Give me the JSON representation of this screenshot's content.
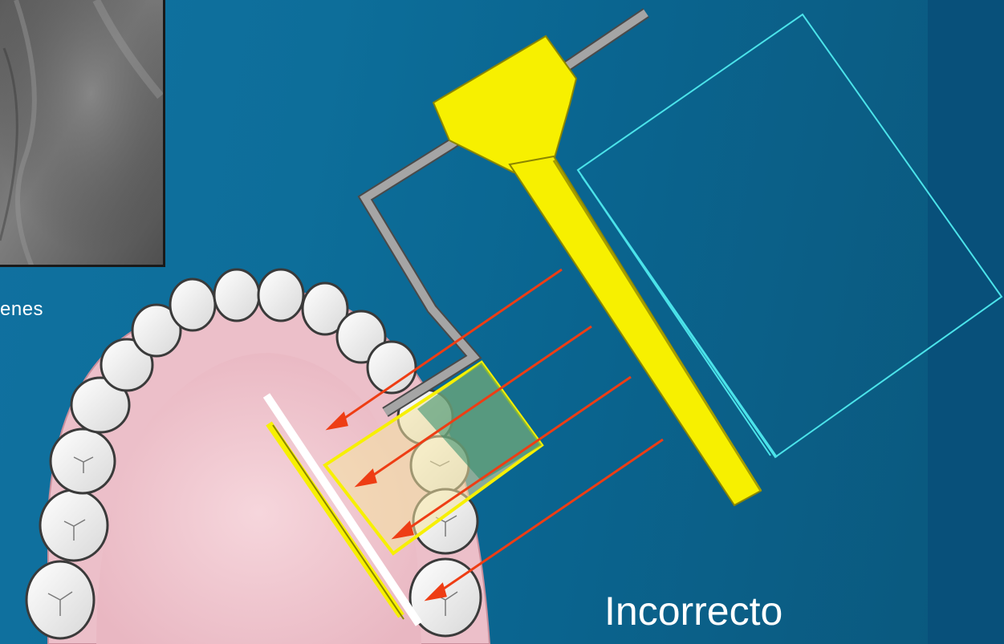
{
  "slide": {
    "caption_fragment": "enes",
    "verdict": "Incorrecto"
  },
  "colors": {
    "background": "#0d6e9a",
    "holder_yellow": "#f7f000",
    "beam_arrows": "#ee3d14",
    "cone_outline": "#4be3ea",
    "rod_gray": "#9a9a9a",
    "palate_pink": "#f0c8cf",
    "tooth_white": "#ffffff"
  },
  "icons": [
    "xray-image",
    "dental-arch",
    "film-holder",
    "positioning-rod",
    "cone-outline",
    "xray-beam-arrow",
    "film-plate"
  ]
}
